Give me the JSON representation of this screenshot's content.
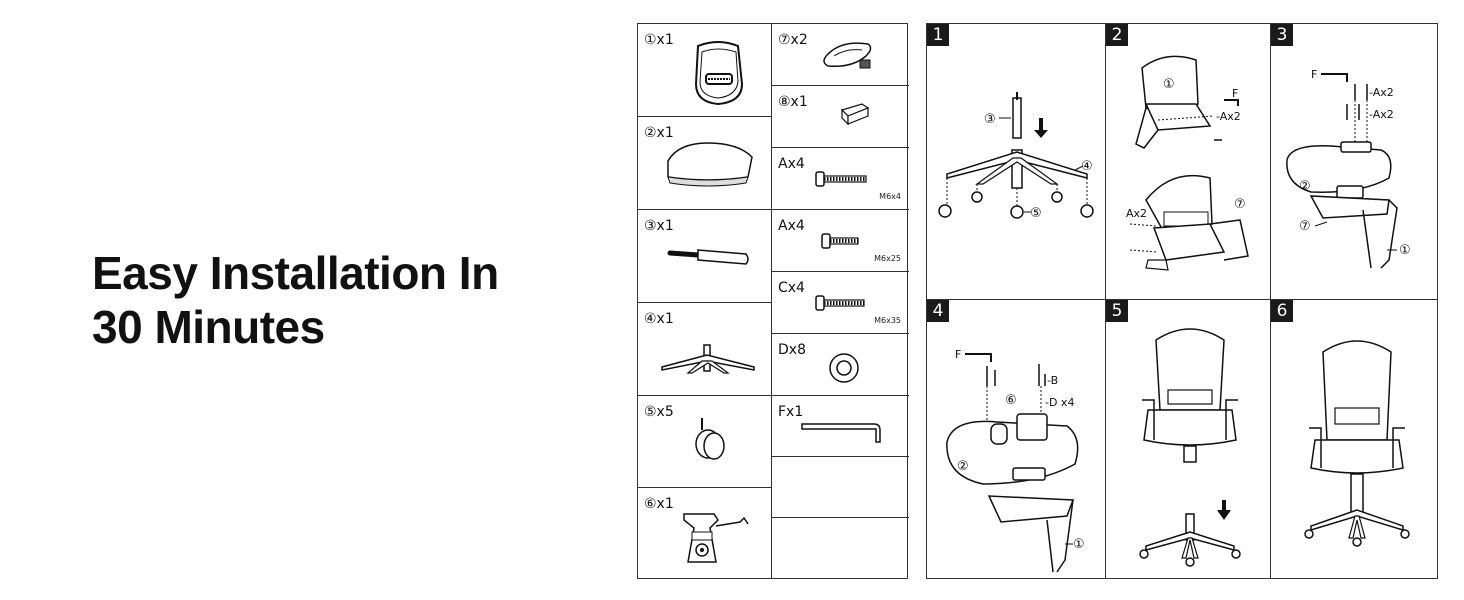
{
  "headline": {
    "line1": "Easy Installation In",
    "line2": "30 Minutes"
  },
  "parts_list": {
    "left_column": [
      {
        "label": "①x1",
        "part": "backrest"
      },
      {
        "label": "②x1",
        "part": "seat"
      },
      {
        "label": "③x1",
        "part": "gas lift"
      },
      {
        "label": "④x1",
        "part": "base"
      },
      {
        "label": "⑤x5",
        "part": "caster"
      },
      {
        "label": "⑥x1",
        "part": "mechanism"
      }
    ],
    "right_column": [
      {
        "label": "⑦x2",
        "part": "armrest",
        "size": ""
      },
      {
        "label": "⑧x1",
        "part": "connector",
        "size": ""
      },
      {
        "label": "Ax4",
        "part": "screw",
        "size": "M6x4"
      },
      {
        "label": "Ax4",
        "part": "screw",
        "size": "M6x25"
      },
      {
        "label": "Cx4",
        "part": "screw",
        "size": "M6x35"
      },
      {
        "label": "Dx8",
        "part": "washer",
        "size": ""
      },
      {
        "label": "Fx1",
        "part": "hex key",
        "size": ""
      },
      {
        "label": "",
        "part": "",
        "size": ""
      },
      {
        "label": "",
        "part": "",
        "size": ""
      }
    ]
  },
  "steps": [
    {
      "number": "1",
      "labels": {
        "a": "③",
        "b": "④",
        "c": "⑤"
      }
    },
    {
      "number": "2",
      "labels": {
        "a": "①",
        "b": "F",
        "c": "-Ax2",
        "d": "Ax2",
        "e": "⑦"
      }
    },
    {
      "number": "3",
      "labels": {
        "a": "F",
        "b": "-Ax2",
        "c": "-Ax2",
        "d": "②",
        "e": "⑦",
        "f": "①"
      }
    },
    {
      "number": "4",
      "labels": {
        "a": "F",
        "b": "-B",
        "c": "⑥",
        "d": "-D x4",
        "e": "②",
        "f": "①"
      }
    },
    {
      "number": "5",
      "labels": {}
    },
    {
      "number": "6",
      "labels": {}
    }
  ],
  "colors": {
    "ink": "#111111",
    "background": "#ffffff",
    "badge": "#1a1a1a"
  }
}
